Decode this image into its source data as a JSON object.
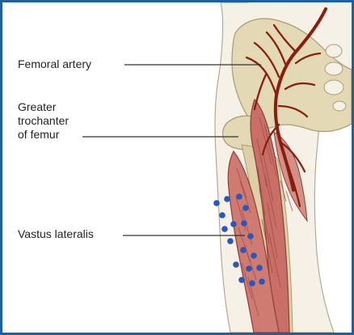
{
  "labels": {
    "femoral_artery": "Femoral artery",
    "greater_trochanter": {
      "line1": "Greater",
      "line2": "trochanter",
      "line3": "of femur"
    },
    "vastus_lateralis": "Vastus lateralis"
  },
  "colors": {
    "frame_border": "#1d5fa3",
    "skin": "#f6f1e6",
    "bone": "#e3d9b5",
    "artery": "#8b1d0f",
    "muscle": "#c96f67",
    "injection_points": "#2857bd"
  },
  "icons": {
    "injection_site_marker": "blue-dot-marker"
  }
}
